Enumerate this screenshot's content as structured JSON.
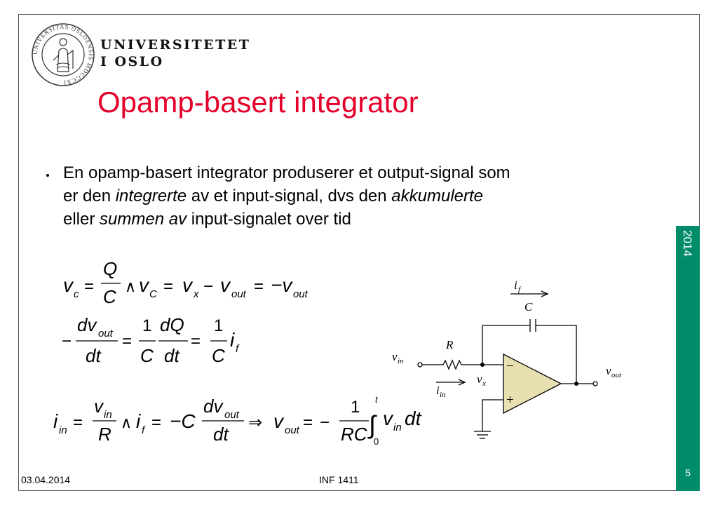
{
  "header": {
    "university_line1": "UNIVERSITETET",
    "university_line2": "I OSLO",
    "seal_text": "UNIVERSITAS OSLOENSIS MDCCCXI"
  },
  "slide": {
    "title": "Opamp-basert integrator",
    "bullet": {
      "l1": "En opamp-basert integrator produserer et output-signal som",
      "l2a": "er den ",
      "l2b": "integrerte",
      "l2c": " av et input-signal, dvs den ",
      "l2d": "akkumulerte",
      "l3a": "eller ",
      "l3b": "summen av",
      "l3c": " input-signalet over tid"
    }
  },
  "equations": {
    "eq1": {
      "v": "v",
      "c": "c",
      "eq": "=",
      "Q": "Q",
      "C": "C",
      "and": "∧",
      "vC": "v",
      "Csub": "C",
      "eq2": "=",
      "vx": "v",
      "x": "x",
      "minus": "−",
      "vout": "v",
      "out": "out",
      "eq3": "=",
      "neg": "−v",
      "out2": "out"
    },
    "eq2": {
      "minus": "−",
      "dv": "dv",
      "out": "out",
      "dt": "dt",
      "eq": "=",
      "one": "1",
      "C": "C",
      "dQ": "dQ",
      "dt2": "dt",
      "eq2": "=",
      "one2": "1",
      "C2": "C",
      "i": "i",
      "f": "f"
    },
    "eq3": {
      "i": "i",
      "in": "in",
      "eq": "=",
      "v": "v",
      "in2": "in",
      "R": "R",
      "and": "∧",
      "i2": "i",
      "f": "f",
      "eq2": "=",
      "negC": "−C",
      "dv": "dv",
      "out": "out",
      "dt": "dt",
      "implies": "⇒",
      "vout": "v",
      "out2": "out",
      "eq3": "=",
      "minus": "−",
      "one": "1",
      "RC": "RC",
      "int": "∫",
      "t": "t",
      "zero": "0",
      "vin": "v",
      "in3": "in",
      "dt2": "dt"
    }
  },
  "circuit": {
    "i_f": "i",
    "i_f_sub": "f",
    "C": "C",
    "R": "R",
    "v_in": "v",
    "v_in_sub": "in",
    "v_x": "v",
    "v_x_sub": "x",
    "i_in": "i",
    "i_in_sub": "in",
    "v_out": "v",
    "v_out_sub": "out",
    "minus": "−",
    "plus": "+",
    "opamp_fill": "#e8e0b0"
  },
  "footer": {
    "date": "03.04.2014",
    "course": "INF 1411",
    "year": "2014",
    "page": "5"
  },
  "colors": {
    "title": "#e4002b",
    "sidebar": "#008c6b"
  }
}
